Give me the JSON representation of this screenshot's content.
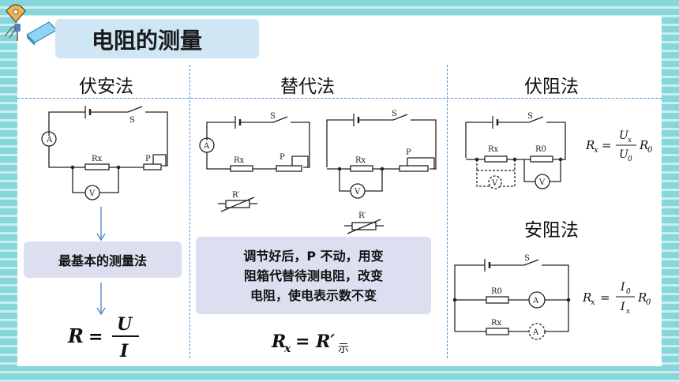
{
  "title": "电阻的测量",
  "columns": {
    "voltammeter": "伏安法",
    "substitution": "替代法",
    "volt_resist": "伏阻法",
    "amp_resist": "安阻法"
  },
  "notes": {
    "basic": "最基本的测量法",
    "substitution_line1": "调节好后，P 不动，用变",
    "substitution_line2": "阻箱代替待测电阻，改变",
    "substitution_line3": "电阻，使电表示数不变"
  },
  "formulas": {
    "ohm_r": "R",
    "ohm_eq": "=",
    "ohm_u": "U",
    "ohm_i": "I",
    "sub_main": "R",
    "sub_x": "x",
    "sub_eq": "= R′",
    "sub_shi": "示",
    "vr_left": "R",
    "vr_x": "x",
    "vr_eq": "=",
    "vr_num": "U",
    "vr_num_sub": "x",
    "vr_den": "U",
    "vr_den_sub": "0",
    "vr_r0": "R",
    "vr_r0_sub": "0",
    "ar_left": "R",
    "ar_x": "x",
    "ar_eq": "=",
    "ar_num": "I",
    "ar_num_sub": "0",
    "ar_den": "I",
    "ar_den_sub": "x",
    "ar_r0": "R",
    "ar_r0_sub": "0"
  },
  "circuit_labels": {
    "switch": "S",
    "slider": "P",
    "rx": "Rx",
    "r0": "R0",
    "box": "R′",
    "ammeter": "A",
    "voltmeter": "V"
  },
  "icons": [
    "triangle-logo-icon",
    "pin-icon",
    "eraser-icon",
    "paperclip-icon"
  ],
  "colors": {
    "accent": "#4a8fd0",
    "title_box": "#cfe6f5",
    "note_box": "#dcdff0"
  }
}
